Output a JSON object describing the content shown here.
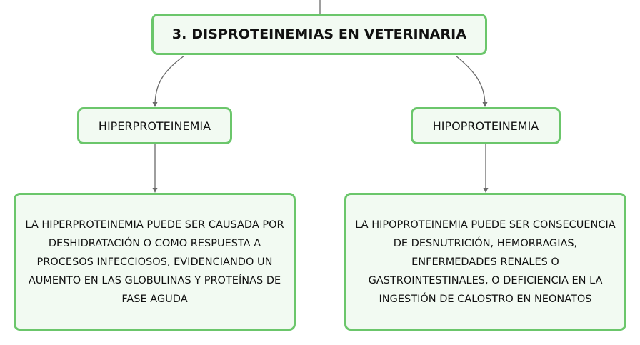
{
  "colors": {
    "node_border": "#6bc66b",
    "node_fill": "#f2faf2",
    "connector": "#6a6a6a",
    "text": "#111111"
  },
  "root": {
    "title": "3. DISPROTEINEMIAS EN VETERINARIA"
  },
  "branches": [
    {
      "label": "HIPERPROTEINEMIA",
      "description": "LA HIPERPROTEINEMIA PUEDE SER CAUSADA POR DESHIDRATACIÓN O COMO RESPUESTA A PROCESOS INFECCIOSOS, EVIDENCIANDO UN AUMENTO EN LAS GLOBULINAS Y PROTEÍNAS DE FASE AGUDA"
    },
    {
      "label": "HIPOPROTEINEMIA",
      "description": "LA HIPOPROTEINEMIA PUEDE SER CONSECUENCIA DE DESNUTRICIÓN, HEMORRAGIAS, ENFERMEDADES RENALES O GASTROINTESTINALES, O DEFICIENCIA EN LA INGESTIÓN DE CALOSTRO EN NEONATOS"
    }
  ]
}
